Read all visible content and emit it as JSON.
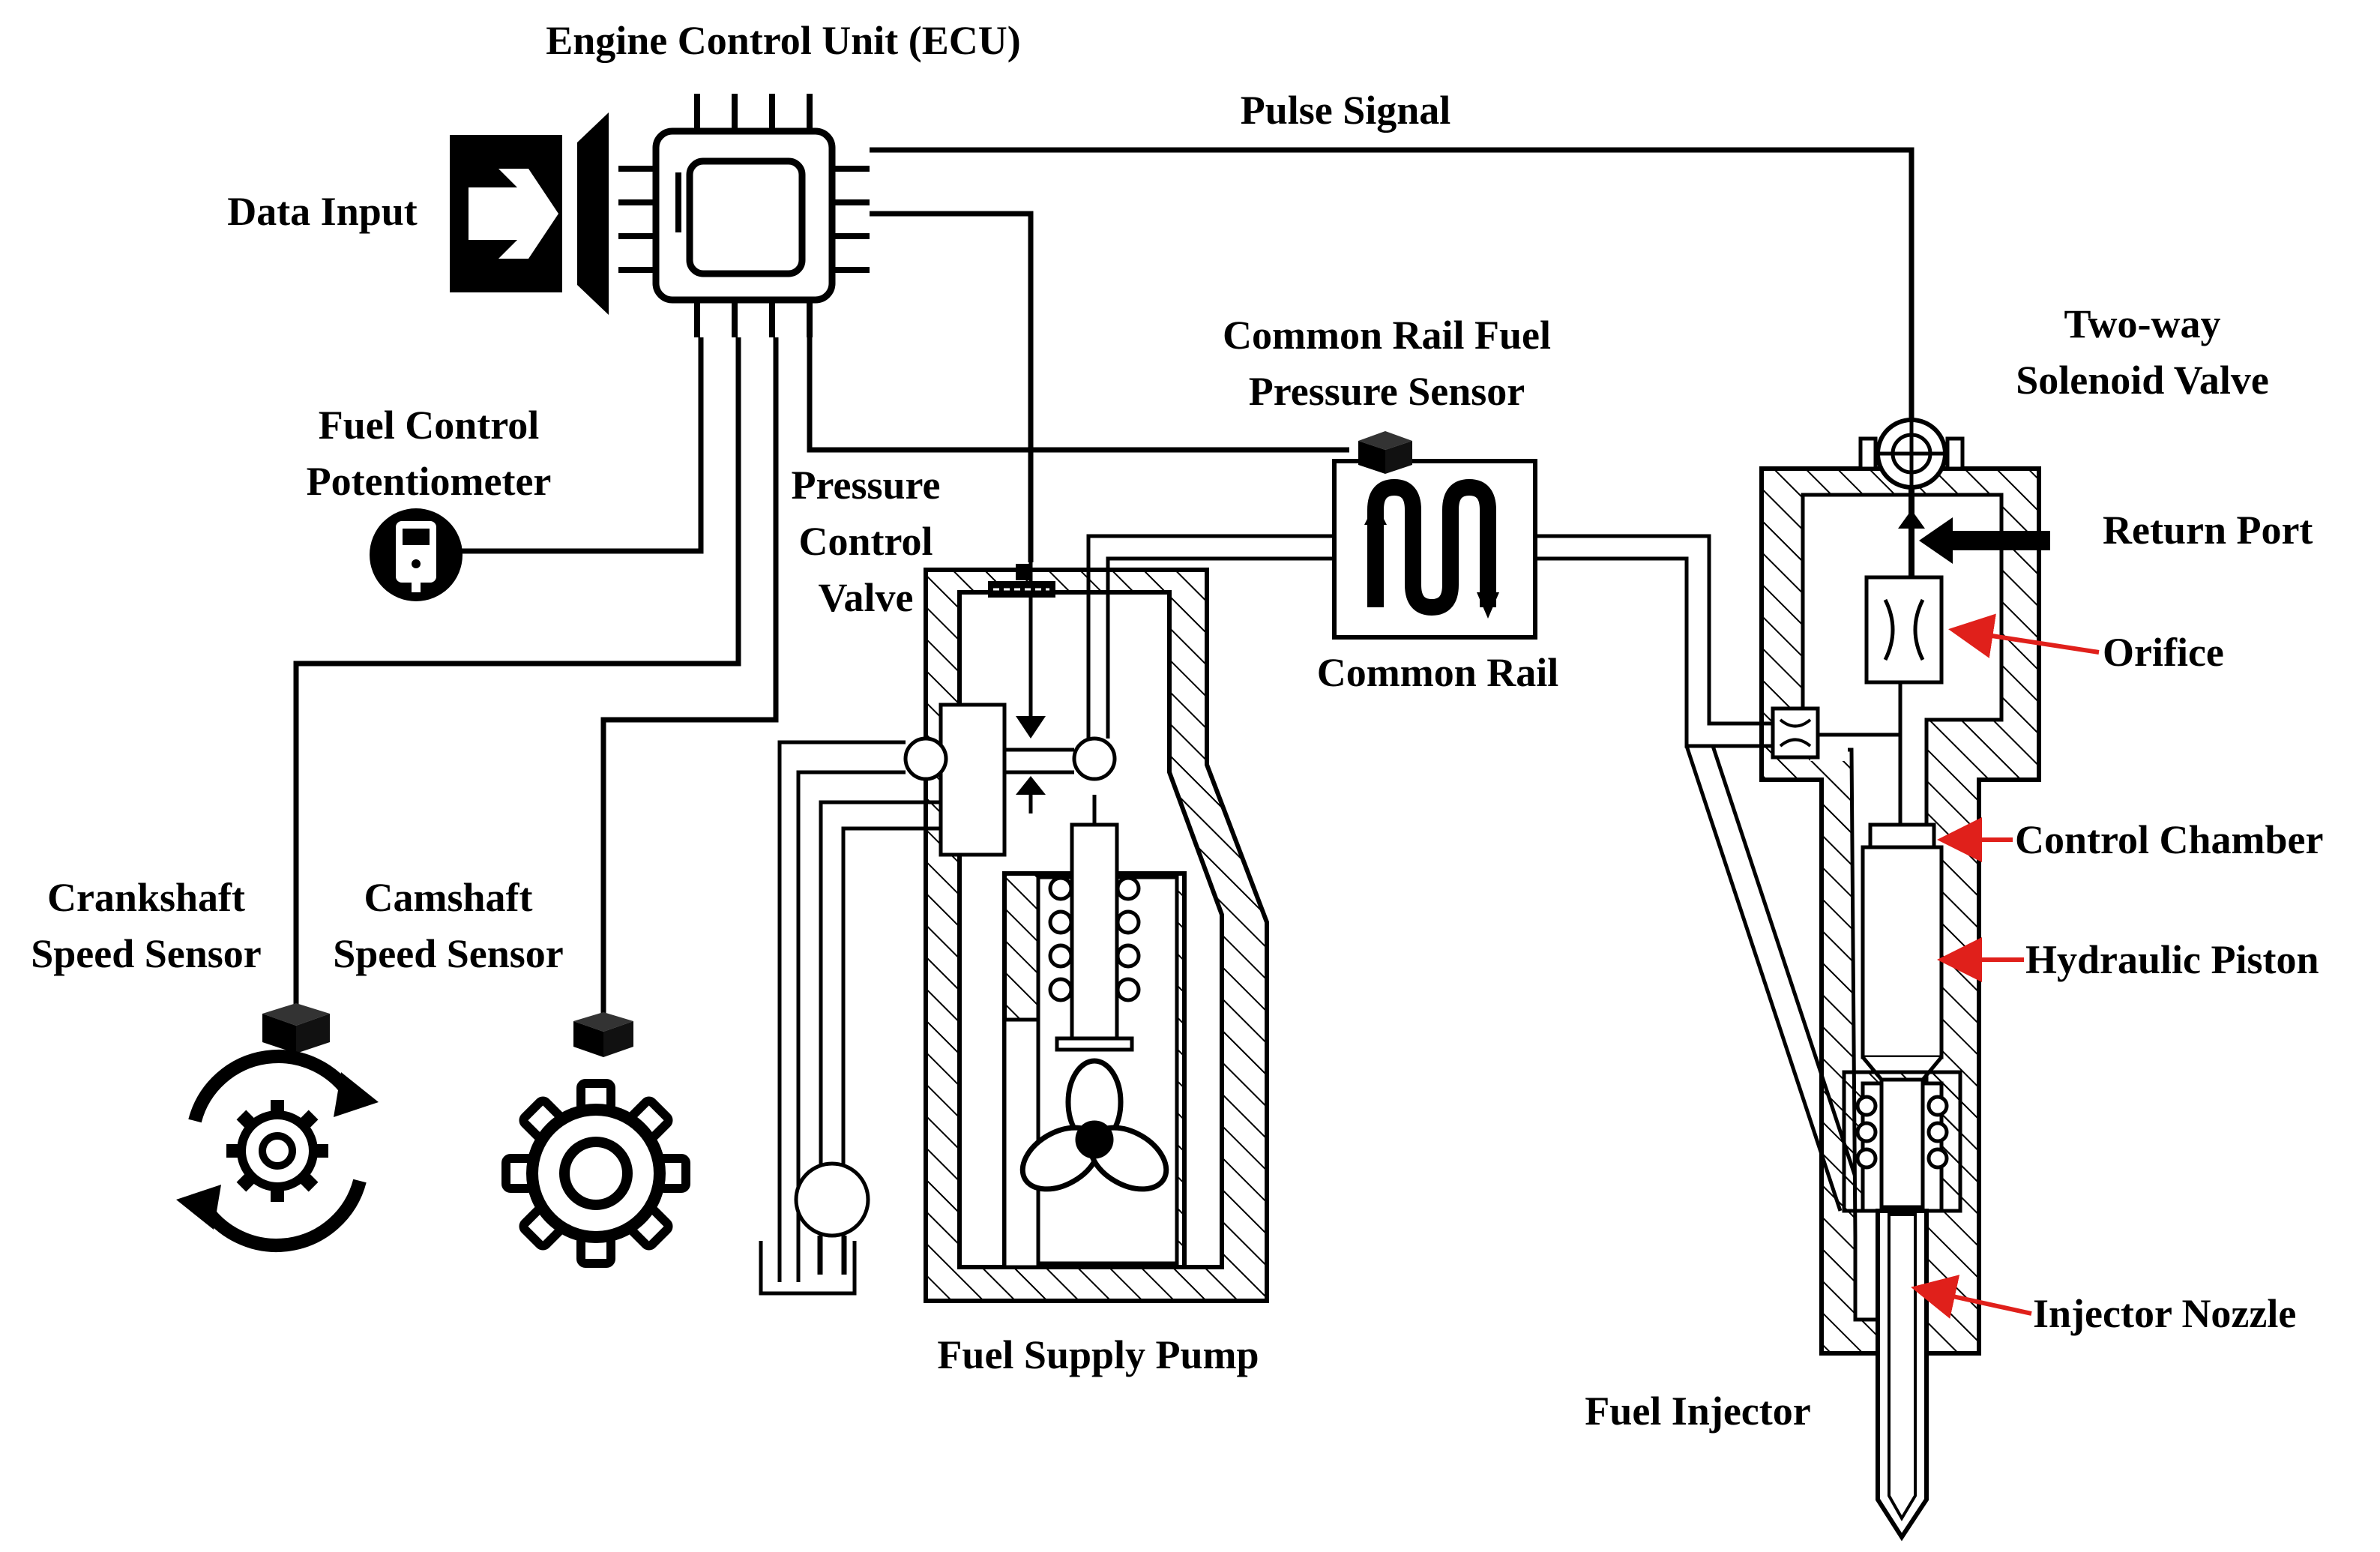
{
  "labels": {
    "ecu": "Engine Control Unit (ECU)",
    "pulse_signal": "Pulse Signal",
    "data_input": "Data Input",
    "fuel_control_potentiometer": [
      "Fuel Control",
      "Potentiometer"
    ],
    "pressure_control_valve": [
      "Pressure",
      "Control",
      "Valve"
    ],
    "common_rail_fuel_pressure_sensor": [
      "Common Rail Fuel",
      "Pressure Sensor"
    ],
    "two_way_solenoid_valve": [
      "Two-way",
      "Solenoid Valve"
    ],
    "return_port": "Return Port",
    "orifice": "Orifice",
    "common_rail": "Common Rail",
    "control_chamber": "Control Chamber",
    "hydraulic_piston": "Hydraulic Piston",
    "crankshaft_speed_sensor": [
      "Crankshaft",
      "Speed Sensor"
    ],
    "camshaft_speed_sensor": [
      "Camshaft",
      "Speed Sensor"
    ],
    "injector_nozzle": "Injector Nozzle",
    "fuel_supply_pump": "Fuel Supply Pump",
    "fuel_injector": "Fuel Injector"
  },
  "icons": {
    "ecu": "chip-icon",
    "data_input": "data-input-icon",
    "potentiometer": "potentiometer-icon",
    "crankshaft": "rotating-gear-icon",
    "camshaft": "gear-icon",
    "sensor": "sensor-cube-icon"
  },
  "colors": {
    "lines": "#000000",
    "callout_arrows": "#e0201b",
    "background": "#ffffff"
  }
}
